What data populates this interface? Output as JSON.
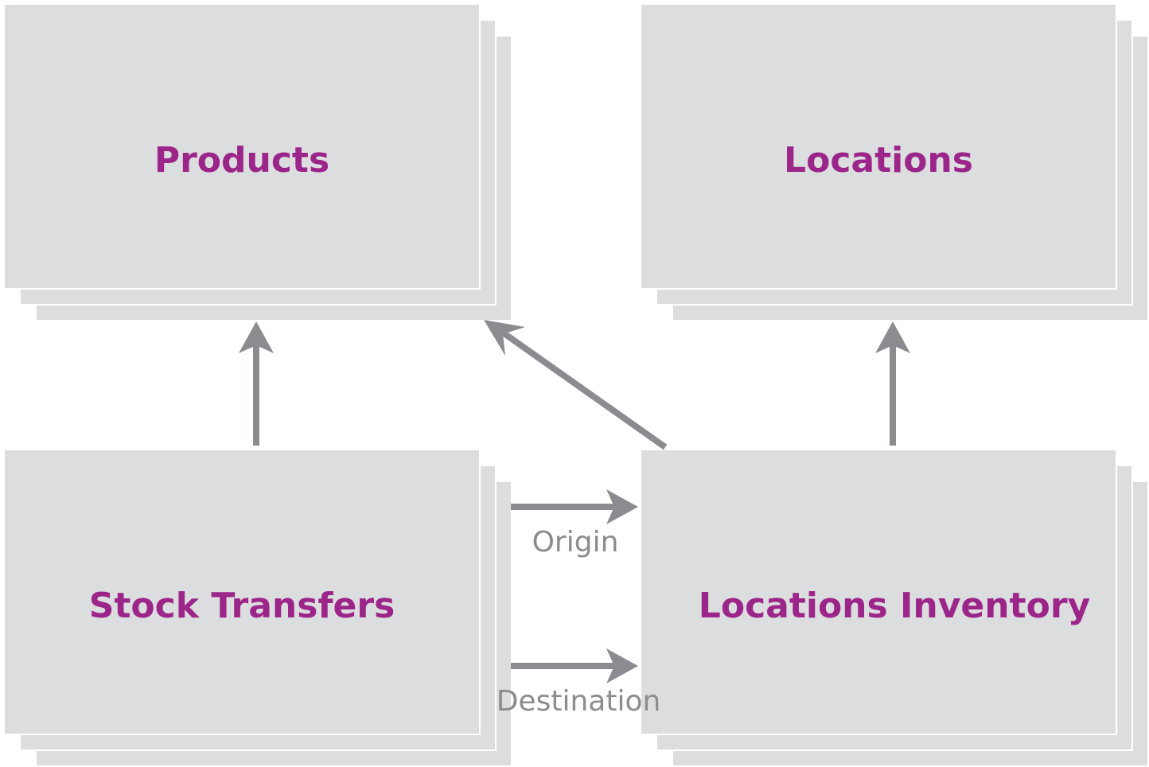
{
  "colors": {
    "entity_fill": "#dcdddf",
    "entity_label": "#9c2589",
    "arrow": "#8b8c90",
    "edge_label": "#8b8c90"
  },
  "entities": {
    "products": "Products",
    "locations": "Locations",
    "stock_transfers": "Stock Transfers",
    "locations_inventory": "Locations Inventory"
  },
  "edges": {
    "origin": "Origin",
    "destination": "Destination"
  }
}
